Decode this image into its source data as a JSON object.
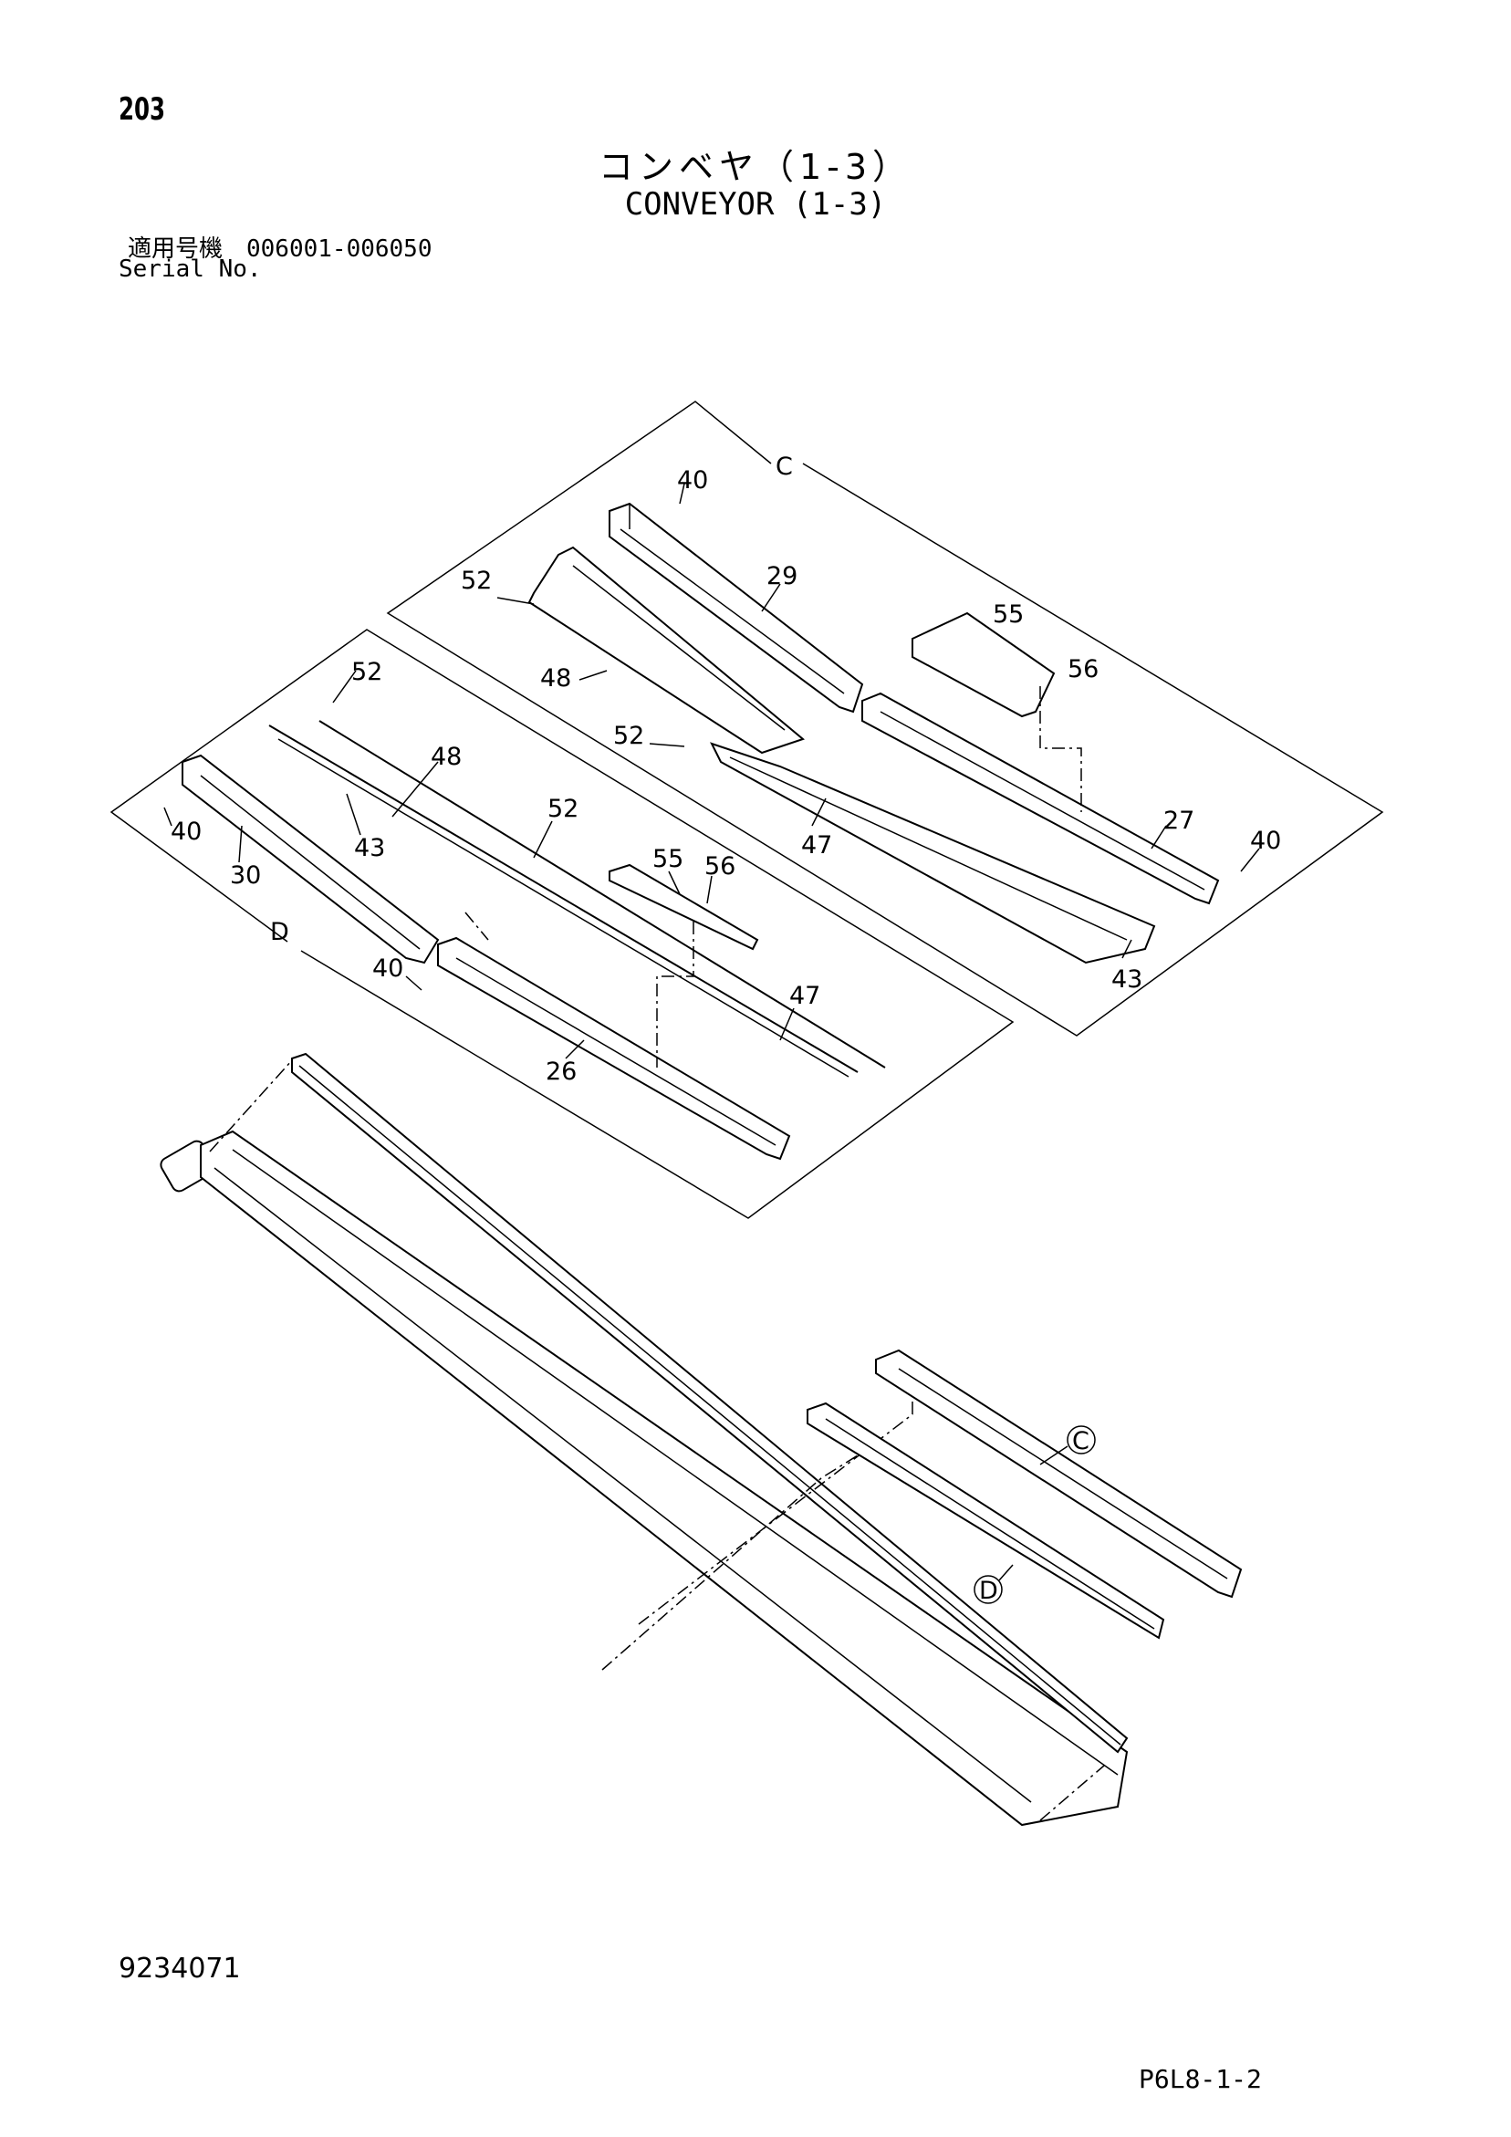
{
  "header": {
    "page_number": "203",
    "title_jp": "コンベヤ（1-3）",
    "title_en": "CONVEYOR (1-3)",
    "serial_label_jp": "適用号機　006001-006050",
    "serial_label_en": "Serial No."
  },
  "views": {
    "c": "C",
    "d": "D"
  },
  "callouts": {
    "c_40_top": "40",
    "c_52_a": "52",
    "c_29": "29",
    "c_55": "55",
    "c_56": "56",
    "c_48": "48",
    "c_52_b": "52",
    "c_47": "47",
    "c_27": "27",
    "c_40_right": "40",
    "c_43": "43",
    "d_52_a": "52",
    "d_48": "48",
    "d_40_left": "40",
    "d_43": "43",
    "d_30": "30",
    "d_52_b": "52",
    "d_55": "55",
    "d_56": "56",
    "d_40_bottom": "40",
    "d_47": "47",
    "d_26": "26",
    "ref_c": "C",
    "ref_d": "D"
  },
  "footer": {
    "document_number": "9234071",
    "page_ref": "P6L8-1-2"
  }
}
